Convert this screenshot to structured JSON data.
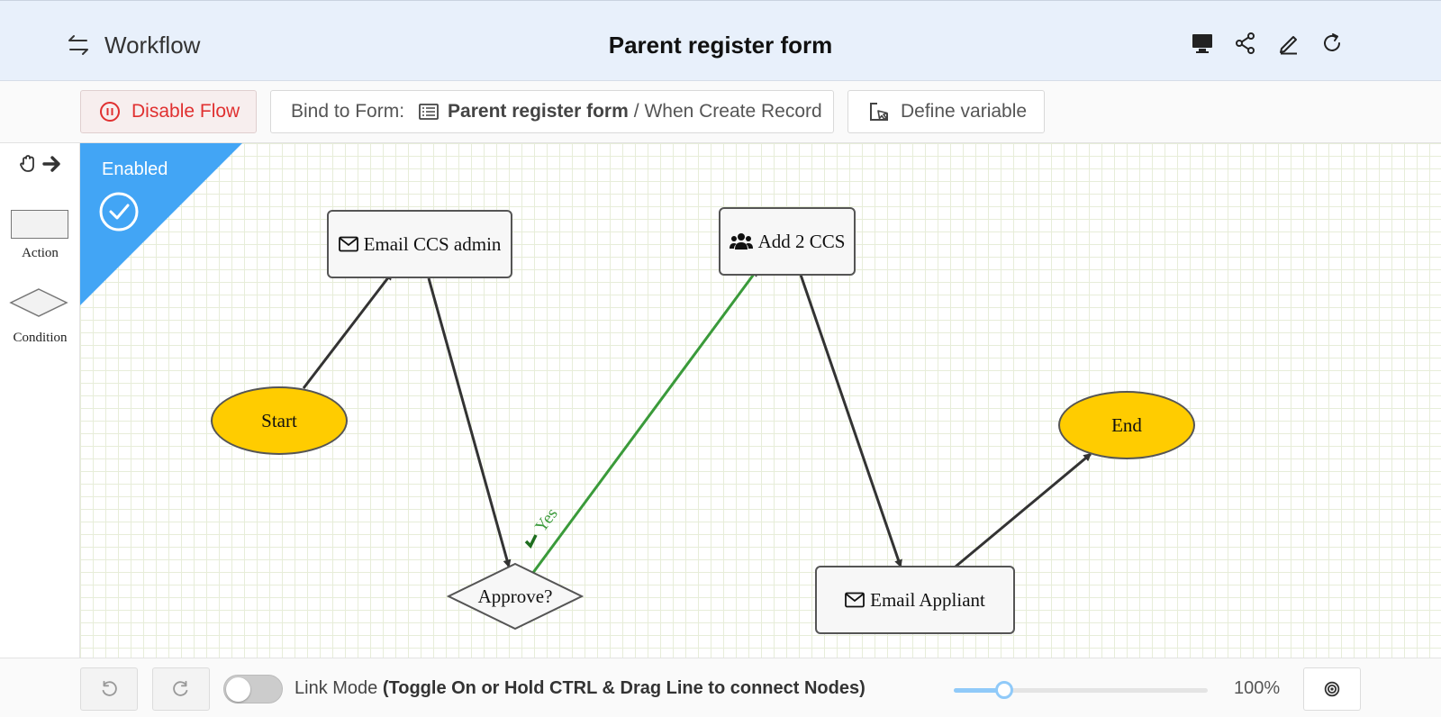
{
  "header": {
    "section_title": "Workflow",
    "page_title": "Parent register form",
    "tools": [
      "desktop-icon",
      "share-icon",
      "edit-icon",
      "refresh-icon"
    ]
  },
  "toolbar": {
    "disable_label": "Disable Flow",
    "bind_prefix": "Bind to Form:",
    "bind_form": "Parent register form",
    "bind_event": "/ When Create Record",
    "define_label": "Define variable"
  },
  "palette": {
    "action_label": "Action",
    "condition_label": "Condition"
  },
  "status_ribbon": {
    "label": "Enabled",
    "color": "#42a5f5"
  },
  "flow": {
    "nodes": {
      "start": "Start",
      "email_ccs_admin": "Email CCS admin",
      "approve": "Approve?",
      "add_2_ccs": "Add 2 CCS",
      "email_appliant": "Email Appliant",
      "end": "End"
    },
    "yes_label": "Yes",
    "colors": {
      "ellipse_fill": "#ffcc00",
      "yes_edge": "#3a9a3a",
      "edge": "#333333"
    }
  },
  "bottom": {
    "link_mode_label": "Link Mode",
    "link_mode_hint": "(Toggle On or Hold CTRL & Drag Line to connect Nodes)",
    "link_mode_on": false,
    "zoom_percent": 100,
    "zoom_label": "100%",
    "zoom_fraction": 0.2
  }
}
